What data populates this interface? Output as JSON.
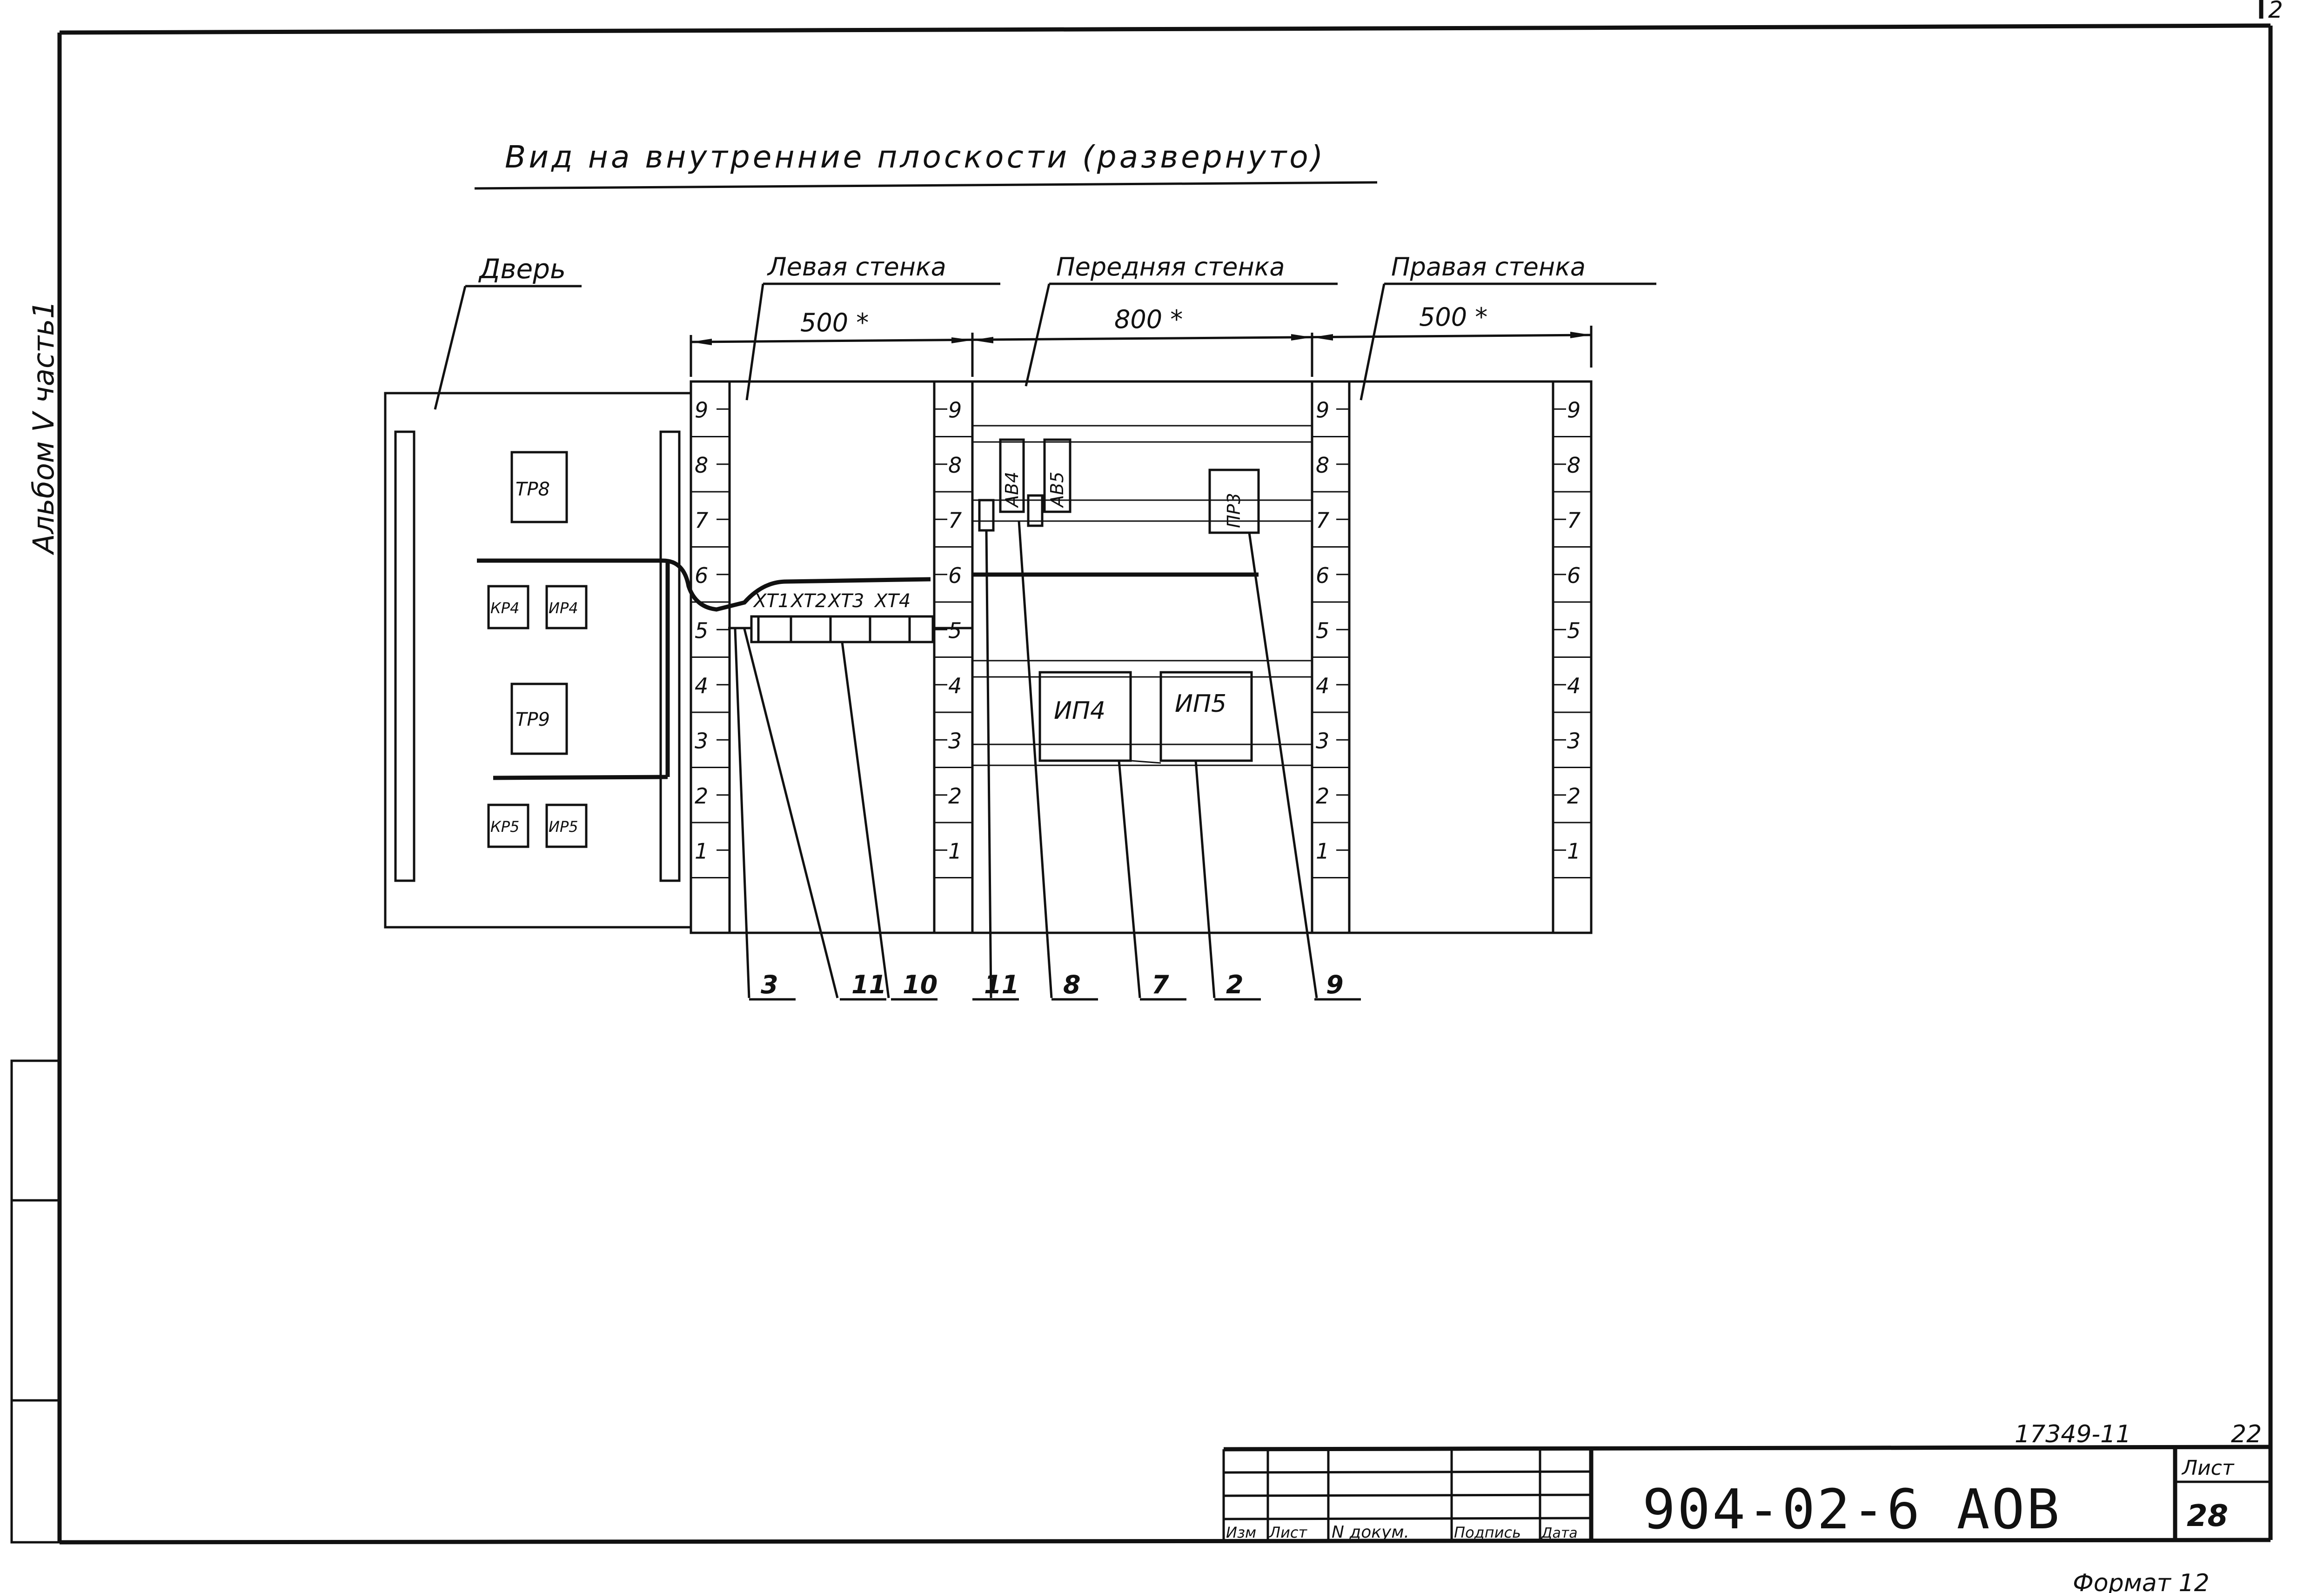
{
  "drawing": {
    "title": "Вид на внутренние плоскости (развернуто)",
    "side_label": "Альбом V часть1",
    "corner_mark": "2",
    "panels": {
      "door": "Дверь",
      "left_wall": "Левая стенка",
      "front_wall": "Передняя стенка",
      "right_wall": "Правая стенка"
    },
    "dimensions": {
      "left": "500 *",
      "front": "800 *",
      "right": "500 *"
    },
    "door_devices": [
      "ТР8",
      "КР4",
      "ИР4",
      "ТР9",
      "КР5",
      "ИР5"
    ],
    "terminal_blocks": [
      "ХТ1",
      "ХТ2",
      "ХТ3",
      "ХТ4"
    ],
    "front_devices": [
      "АВ4",
      "АВ5",
      "ПР3",
      "ИП4",
      "ИП5"
    ],
    "ruler_marks": [
      "9",
      "8",
      "7",
      "6",
      "5",
      "4",
      "3",
      "2",
      "1"
    ],
    "callouts": [
      "3",
      "11",
      "10",
      "11",
      "8",
      "7",
      "2",
      "9"
    ]
  },
  "title_block": {
    "columns": [
      "Изм",
      "Лист",
      "N докум.",
      "Подпись",
      "Дата"
    ],
    "document_code": "904-02-6 АОВ",
    "inventory_number": "17349-11",
    "top_number": "22",
    "sheet_label": "Лист",
    "sheet_number": "28",
    "format": "Формат 12"
  }
}
